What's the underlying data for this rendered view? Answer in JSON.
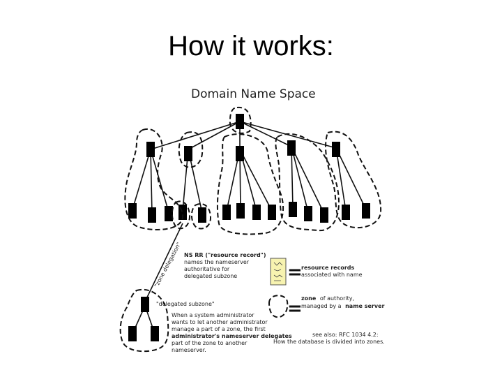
{
  "slide": {
    "title": "How it works:"
  },
  "diagram": {
    "title": "Domain Name Space",
    "zone_delegation_label": "\"zone delegation\"",
    "ns_rr_note": [
      "NS RR (\"resource record\")",
      "names the nameserver",
      "authoritative for",
      "delegated subzone"
    ],
    "delegated_subzone_label": "\"delegated subzone\"",
    "sysadmin_note": [
      "When a system administrator",
      "wants to let another administrator",
      "manage a part of a zone, the first",
      "administrator's nameserver delegates",
      "part of the zone to another",
      "nameserver."
    ],
    "legend": {
      "resource_records_bold": "resource records",
      "resource_records_text": "associated with name",
      "zone_bold": "zone",
      "zone_text": "of authority,",
      "zone_line2_prefix": "managed by a",
      "zone_line2_bold": "name server"
    },
    "see_also": "see also: RFC 1034 4.2:",
    "see_also_line2": "How the database is divided into zones."
  }
}
